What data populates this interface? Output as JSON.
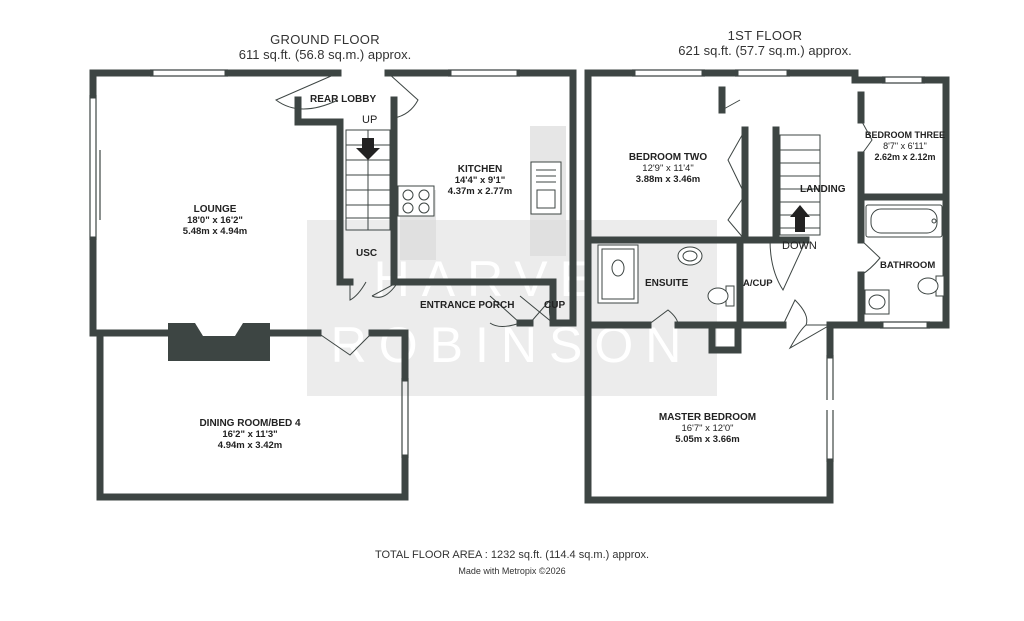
{
  "ground_floor": {
    "title": "GROUND FLOOR",
    "area": "611 sq.ft. (56.8 sq.m.) approx.",
    "rooms": {
      "lounge": {
        "name": "LOUNGE",
        "imperial": "18'0\" x 16'2\"",
        "metric": "5.48m x 4.94m"
      },
      "kitchen": {
        "name": "KITCHEN",
        "imperial": "14'4\" x 9'1\"",
        "metric": "4.37m x 2.77m"
      },
      "dining": {
        "name": "DINING ROOM/BED 4",
        "imperial": "16'2\" x 11'3\"",
        "metric": "4.94m x 3.42m"
      }
    },
    "labels": {
      "rear_lobby": "REAR LOBBY",
      "up": "UP",
      "usc": "USC",
      "entrance_porch": "ENTRANCE PORCH",
      "cup": "CUP"
    }
  },
  "first_floor": {
    "title": "1ST FLOOR",
    "area": "621 sq.ft. (57.7 sq.m.) approx.",
    "rooms": {
      "bedroom_two": {
        "name": "BEDROOM TWO",
        "imperial": "12'9\" x 11'4\"",
        "metric": "3.88m x 3.46m"
      },
      "bedroom_three": {
        "name": "BEDROOM THREE",
        "imperial": "8'7\" x 6'11\"",
        "metric": "2.62m x 2.12m"
      },
      "master": {
        "name": "MASTER BEDROOM",
        "imperial": "16'7\" x 12'0\"",
        "metric": "5.05m x 3.66m"
      }
    },
    "labels": {
      "landing": "LANDING",
      "down": "DOWN",
      "ensuite": "ENSUITE",
      "a_cup": "A/CUP",
      "bathroom": "BATHROOM"
    }
  },
  "watermark": {
    "line1": "HARVEY",
    "line2": "ROBINSON"
  },
  "footer": {
    "total": "TOTAL FLOOR AREA : 1232 sq.ft. (114.4 sq.m.) approx.",
    "credit": "Made with Metropix ©2026"
  },
  "colors": {
    "wall": "#3d4543",
    "watermark": "#cfcfcf"
  }
}
